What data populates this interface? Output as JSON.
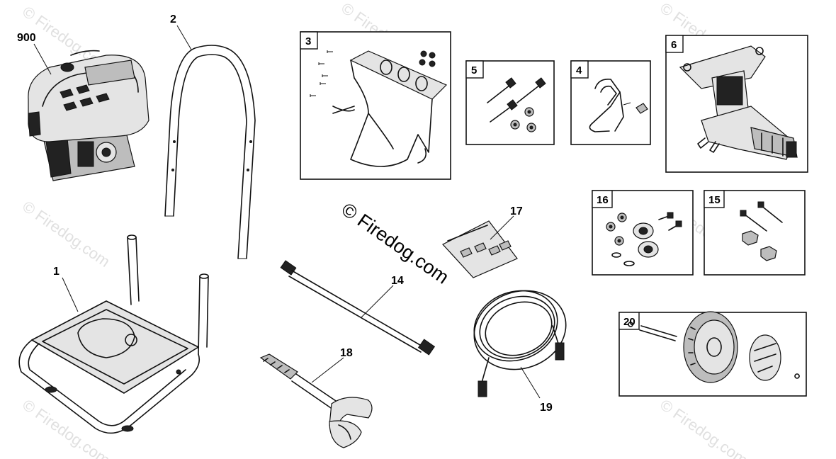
{
  "diagram": {
    "watermark_center": "© Firedog.com",
    "watermark_repeat": "© Firedog.com",
    "parts": [
      {
        "id": "engine",
        "label": "900"
      },
      {
        "id": "handle",
        "label": "2"
      },
      {
        "id": "console",
        "label": "3"
      },
      {
        "id": "bolts",
        "label": "5"
      },
      {
        "id": "gun-holder",
        "label": "4"
      },
      {
        "id": "pump",
        "label": "6"
      },
      {
        "id": "frame",
        "label": "1"
      },
      {
        "id": "wheel-kit-small",
        "label": "16"
      },
      {
        "id": "bolt-kit",
        "label": "15"
      },
      {
        "id": "nozzle-bag",
        "label": "17"
      },
      {
        "id": "wand",
        "label": "14"
      },
      {
        "id": "hose",
        "label": "19"
      },
      {
        "id": "spray-gun",
        "label": "18"
      },
      {
        "id": "wheel-kit",
        "label": "20"
      }
    ]
  }
}
